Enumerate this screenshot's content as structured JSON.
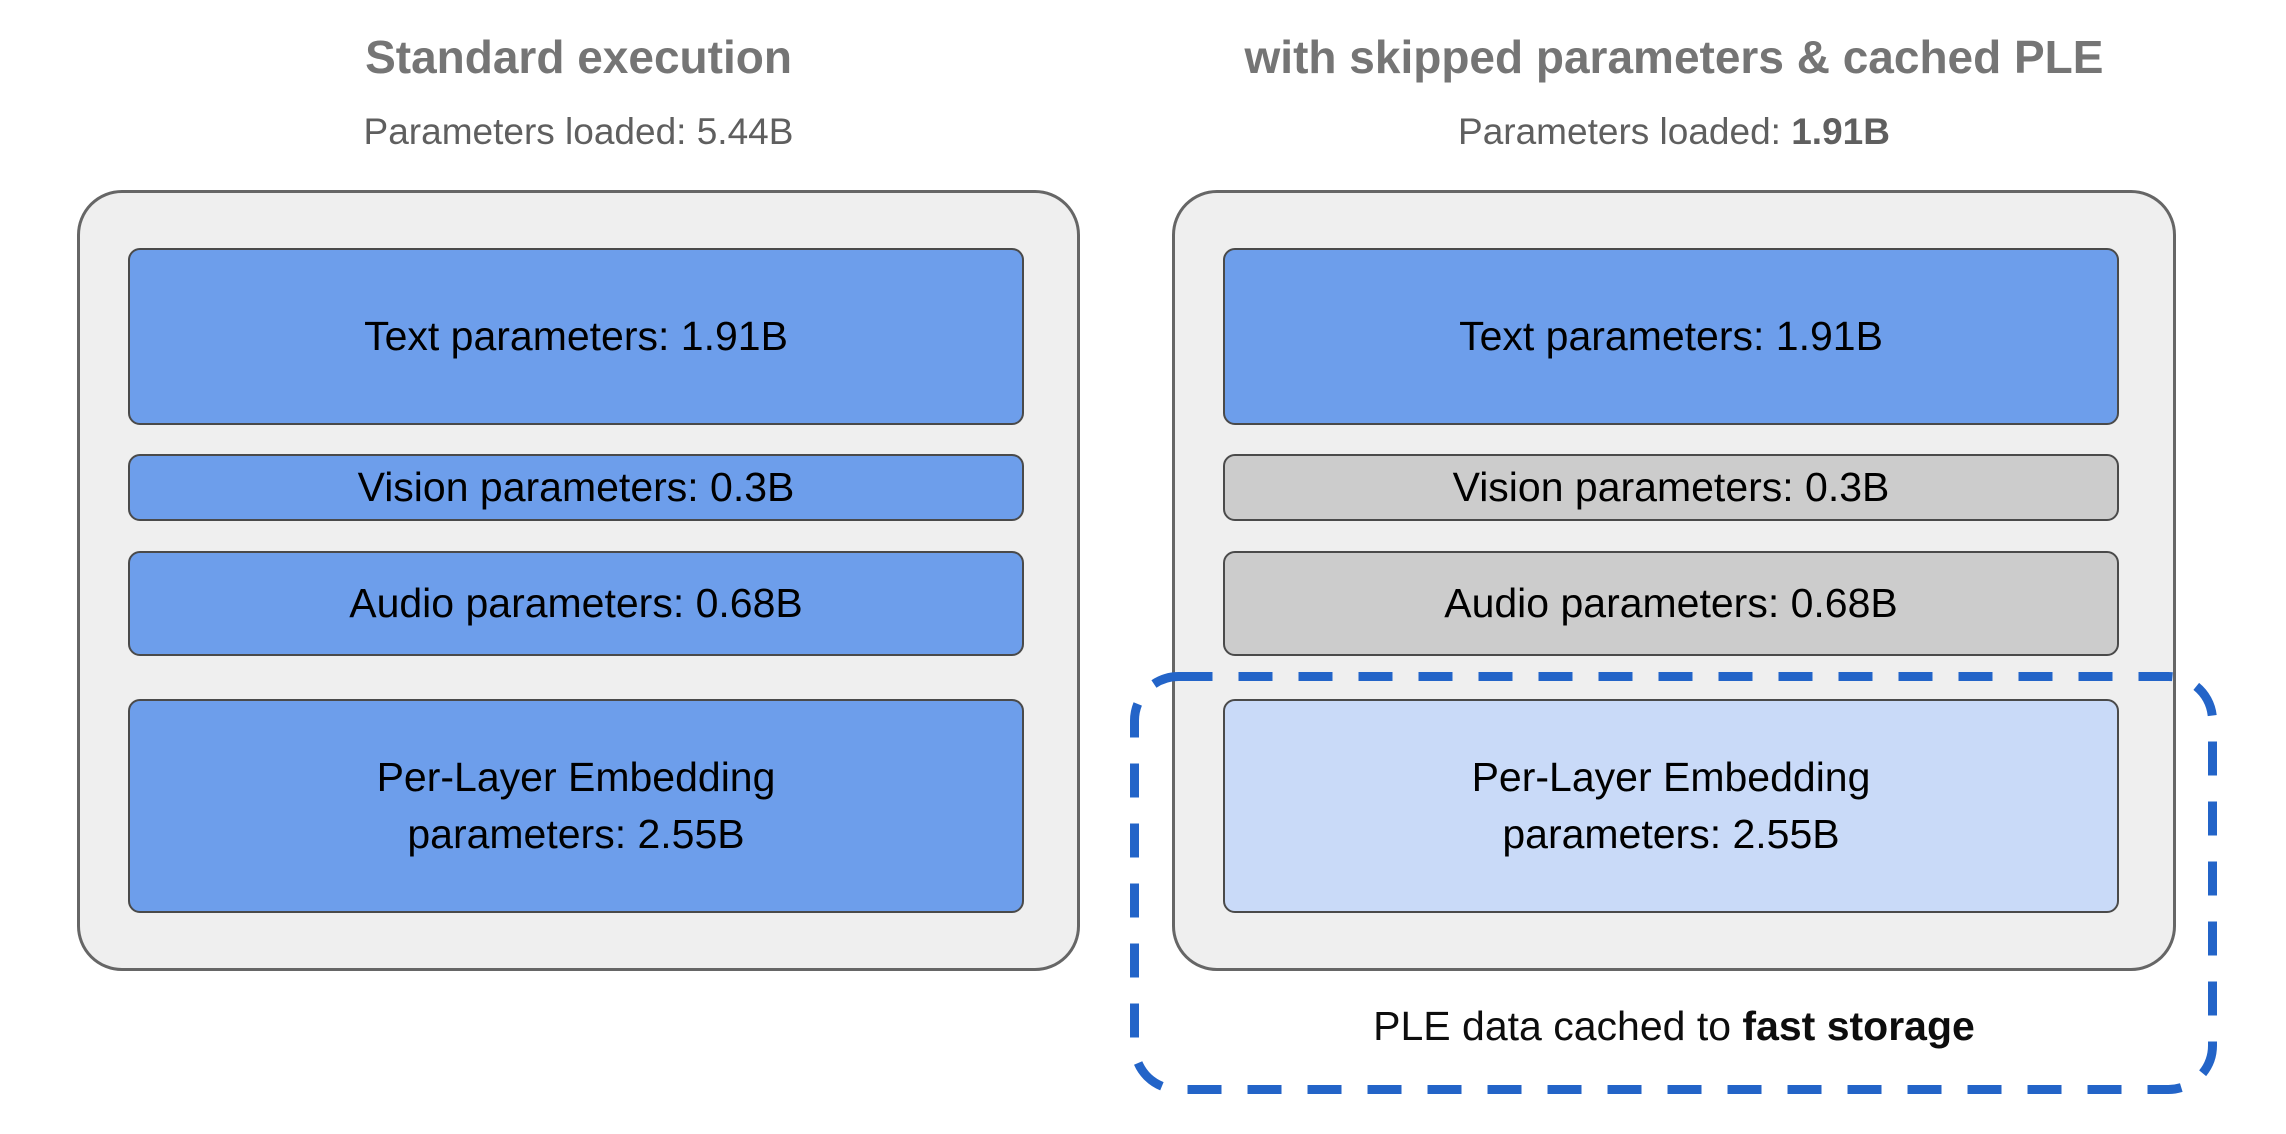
{
  "left_panel": {
    "title": "Standard execution",
    "subtitle_prefix": "Parameters loaded: ",
    "subtitle_value": "5.44B",
    "boxes": [
      {
        "label": "Text parameters: 1.91B",
        "fill": "#6d9eeb"
      },
      {
        "label": "Vision parameters: 0.3B",
        "fill": "#6d9eeb"
      },
      {
        "label": "Audio parameters: 0.68B",
        "fill": "#6d9eeb"
      },
      {
        "label_line1": "Per-Layer Embedding",
        "label_line2": "parameters: 2.55B",
        "fill": "#6d9eeb"
      }
    ]
  },
  "right_panel": {
    "title": "with skipped parameters & cached PLE",
    "subtitle_prefix": "Parameters loaded: ",
    "subtitle_value": "1.91B",
    "boxes": [
      {
        "label": "Text parameters: 1.91B",
        "fill": "#6d9eeb"
      },
      {
        "label": "Vision parameters: 0.3B",
        "fill": "#cccccc"
      },
      {
        "label": "Audio parameters: 0.68B",
        "fill": "#cccccc"
      },
      {
        "label_line1": "Per-Layer Embedding",
        "label_line2": "parameters: 2.55B",
        "fill": "#c9daf8"
      }
    ],
    "cache_caption_prefix": "PLE data cached to ",
    "cache_caption_bold": "fast storage"
  },
  "colors": {
    "loaded_blue": "#6d9eeb",
    "skipped_gray": "#cccccc",
    "cached_light_blue": "#c9daf8",
    "dashed_outline_blue": "#2364c8",
    "container_fill": "#efefef",
    "container_border": "#666666",
    "box_border": "#4a4a4a",
    "title_gray": "#757575",
    "subtitle_gray": "#5f5f5f"
  }
}
